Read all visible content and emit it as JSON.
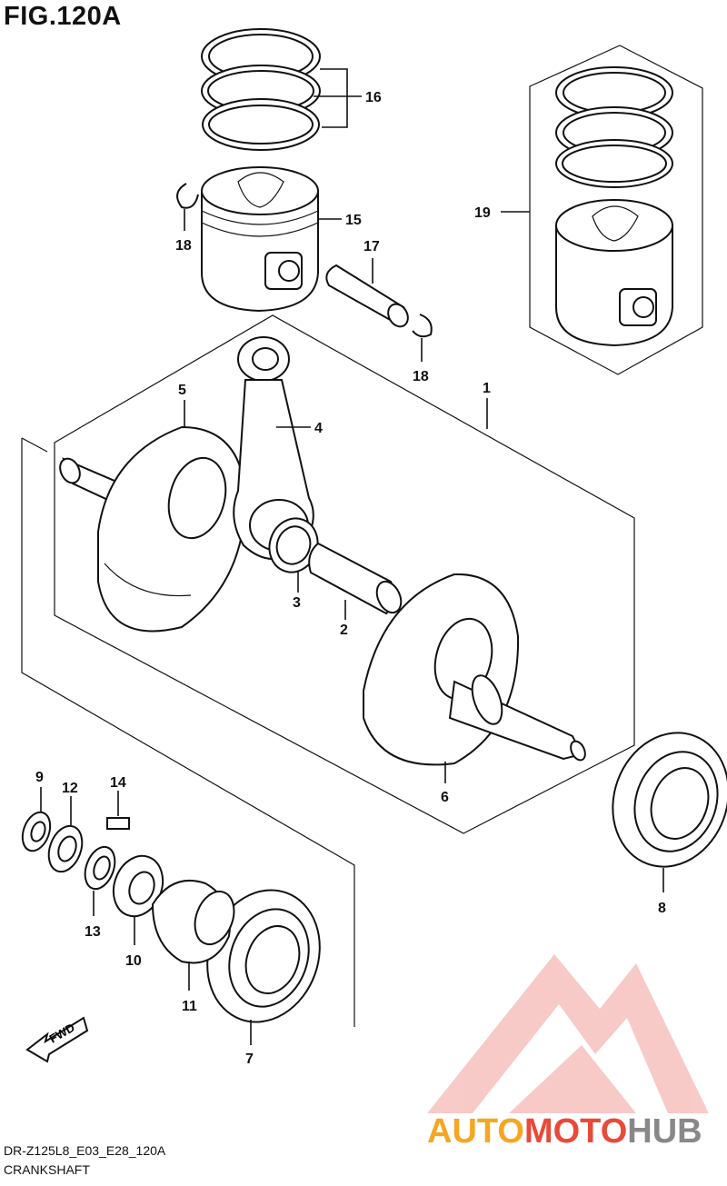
{
  "figure": {
    "title": "FIG.120A"
  },
  "footer": {
    "code": "DR-Z125L8_E03_E28_120A",
    "name": "CRANKSHAFT"
  },
  "direction_arrow": {
    "label": "FWD"
  },
  "watermark": {
    "part1": "AUTO",
    "part2": "MOTO",
    "part3": "HUB",
    "color_main": "#f5a623",
    "color_accent": "#e84a3a",
    "color_dark": "#888888"
  },
  "callouts": [
    {
      "id": "1",
      "label": "1"
    },
    {
      "id": "2",
      "label": "2"
    },
    {
      "id": "3",
      "label": "3"
    },
    {
      "id": "4",
      "label": "4"
    },
    {
      "id": "5",
      "label": "5"
    },
    {
      "id": "6",
      "label": "6"
    },
    {
      "id": "7",
      "label": "7"
    },
    {
      "id": "8",
      "label": "8"
    },
    {
      "id": "9",
      "label": "9"
    },
    {
      "id": "10",
      "label": "10"
    },
    {
      "id": "11",
      "label": "11"
    },
    {
      "id": "12",
      "label": "12"
    },
    {
      "id": "13",
      "label": "13"
    },
    {
      "id": "14",
      "label": "14"
    },
    {
      "id": "15",
      "label": "15"
    },
    {
      "id": "16",
      "label": "16"
    },
    {
      "id": "17",
      "label": "17"
    },
    {
      "id": "18a",
      "label": "18"
    },
    {
      "id": "18b",
      "label": "18"
    },
    {
      "id": "19",
      "label": "19"
    }
  ]
}
